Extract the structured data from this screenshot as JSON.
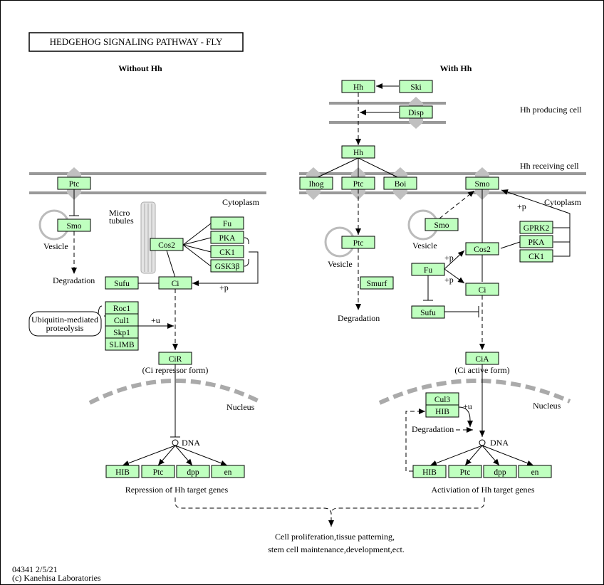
{
  "title": "HEDGEHOG  SIGNALING  PATHWAY - FLY",
  "sections": {
    "left": "Without Hh",
    "right": "With Hh"
  },
  "labels": {
    "hh_producing_cell": "Hh producing cell",
    "hh_receiving_cell": "Hh receiving cell",
    "cytoplasm_left": "Cytoplasm",
    "cytoplasm_right": "Cytoplasm",
    "vesicle_left": "Vesicle",
    "vesicle_mid": "Vesicle",
    "vesicle_right": "Vesicle",
    "degradation_left": "Degradation",
    "degradation_mid": "Degradation",
    "degradation_right": "Degradation",
    "microtubules_1": "Micro",
    "microtubules_2": "tubules",
    "ubiquitin_1": "Ubiquitin-mediated",
    "ubiquitin_2": "proteolysis",
    "ci_repressor_form": "(Ci repressor form)",
    "ci_active_form": "(Ci active form)",
    "nucleus_left": "Nucleus",
    "nucleus_right": "Nucleus",
    "dna_left": "DNA",
    "dna_right": "DNA",
    "repression": "Repression of Hh target genes",
    "activation": "Activiation  of Hh target genes",
    "outcome_1": "Cell proliferation,tissue patterning,",
    "outcome_2": "stem cell maintenance,development,ect.",
    "plus_p_1": "+p",
    "plus_p_2": "+p",
    "plus_p_3": "+p",
    "plus_p_4": "+p",
    "plus_u_1": "+u",
    "plus_u_2": "+u",
    "footer_id": "04341 2/5/21",
    "footer_copyright": "(c) Kanehisa Laboratories"
  },
  "genes": {
    "l_ptc": "Ptc",
    "l_smo": "Smo",
    "l_fu": "Fu",
    "l_pka": "PKA",
    "l_cos2": "Cos2",
    "l_ck1": "CK1",
    "l_gsk3b": "GSK3β",
    "l_sufu": "Sufu",
    "l_ci": "Ci",
    "l_roc1": "Roc1",
    "l_cul1": "Cul1",
    "l_skp1": "Skp1",
    "l_slimb": "SLIMB",
    "l_cir": "CiR",
    "l_hib": "HIB",
    "l_ptc2": "Ptc",
    "l_dpp": "dpp",
    "l_en": "en",
    "r_hh1": "Hh",
    "r_ski": "Ski",
    "r_disp": "Disp",
    "r_hh2": "Hh",
    "r_ihog": "Ihog",
    "r_ptc": "Ptc",
    "r_boi": "Boi",
    "r_ptc_v": "Ptc",
    "r_smurf": "Smurf",
    "r_smo": "Smo",
    "r_smo_v": "Smo",
    "r_gprk2": "GPRK2",
    "r_pka": "PKA",
    "r_ck1": "CK1",
    "r_cos2": "Cos2",
    "r_fu": "Fu",
    "r_ci": "Ci",
    "r_sufu": "Sufu",
    "r_cia": "CiA",
    "r_cul3": "Cul3",
    "r_hib_n": "HIB",
    "r_hib": "HIB",
    "r_ptc2": "Ptc",
    "r_dpp": "dpp",
    "r_en": "en"
  }
}
